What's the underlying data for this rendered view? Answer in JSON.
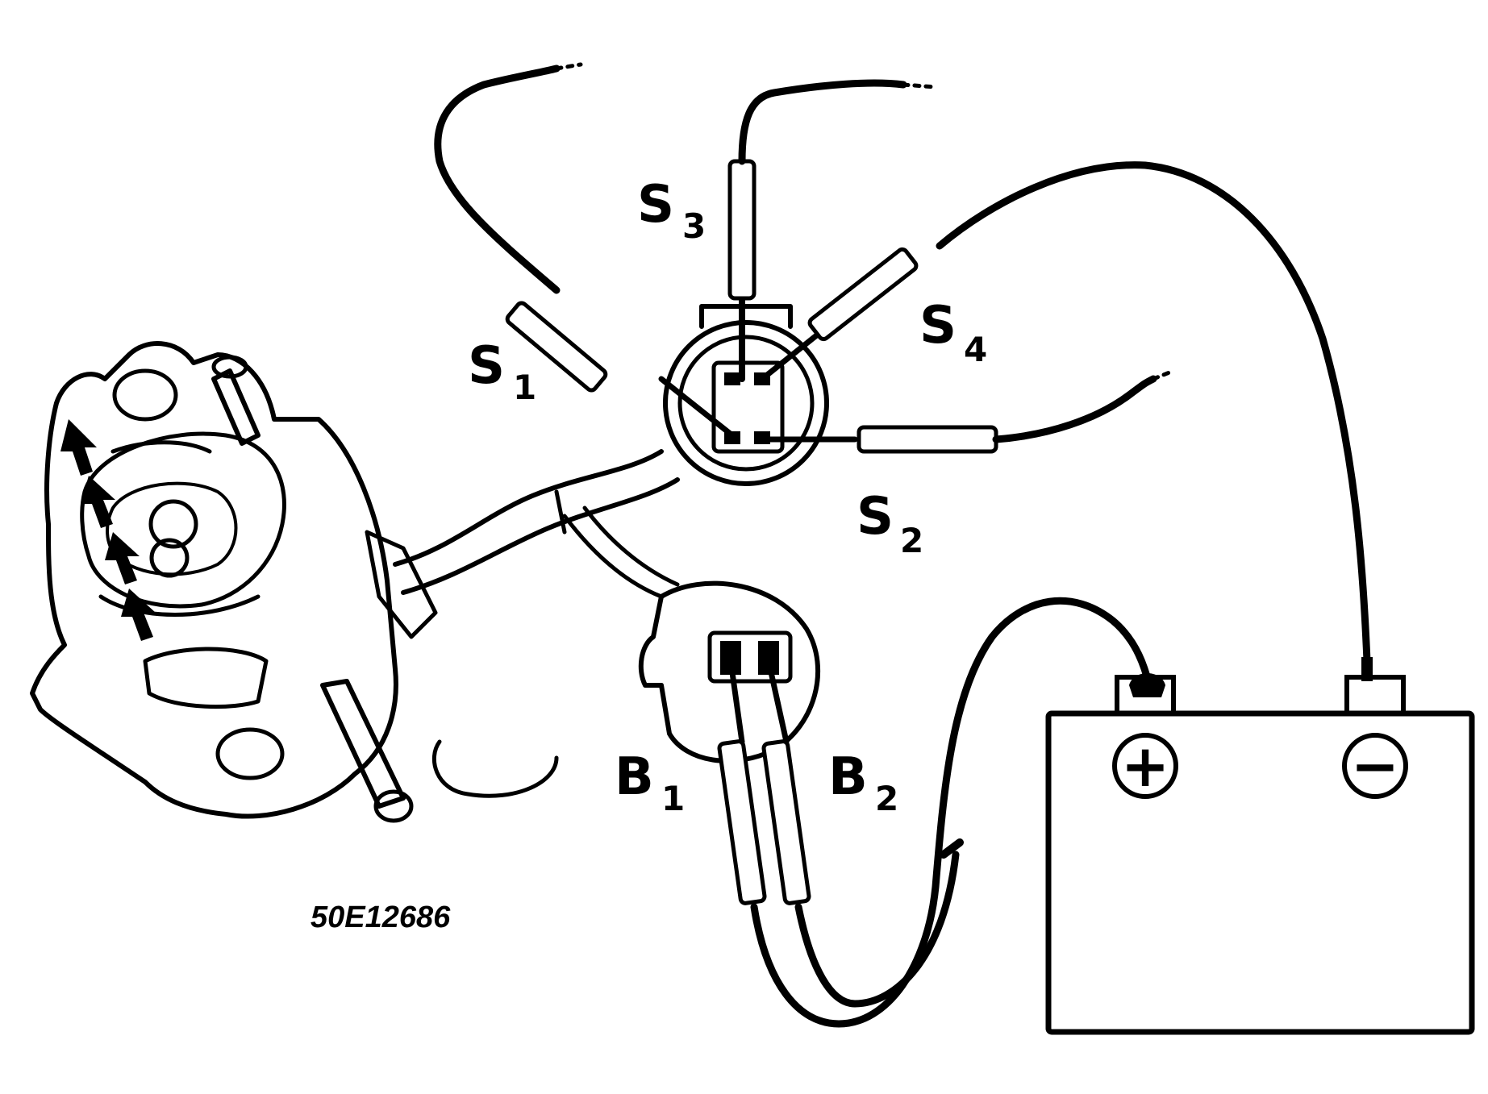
{
  "labels": {
    "s1": {
      "main": "S",
      "sub": "1"
    },
    "s2": {
      "main": "S",
      "sub": "2"
    },
    "s3": {
      "main": "S",
      "sub": "3"
    },
    "s4": {
      "main": "S",
      "sub": "4"
    },
    "b1": {
      "main": "B",
      "sub": "1"
    },
    "b2": {
      "main": "B",
      "sub": "2"
    }
  },
  "battery": {
    "positive_symbol": "+",
    "negative_symbol": "−"
  },
  "figure_code": "50E12686"
}
